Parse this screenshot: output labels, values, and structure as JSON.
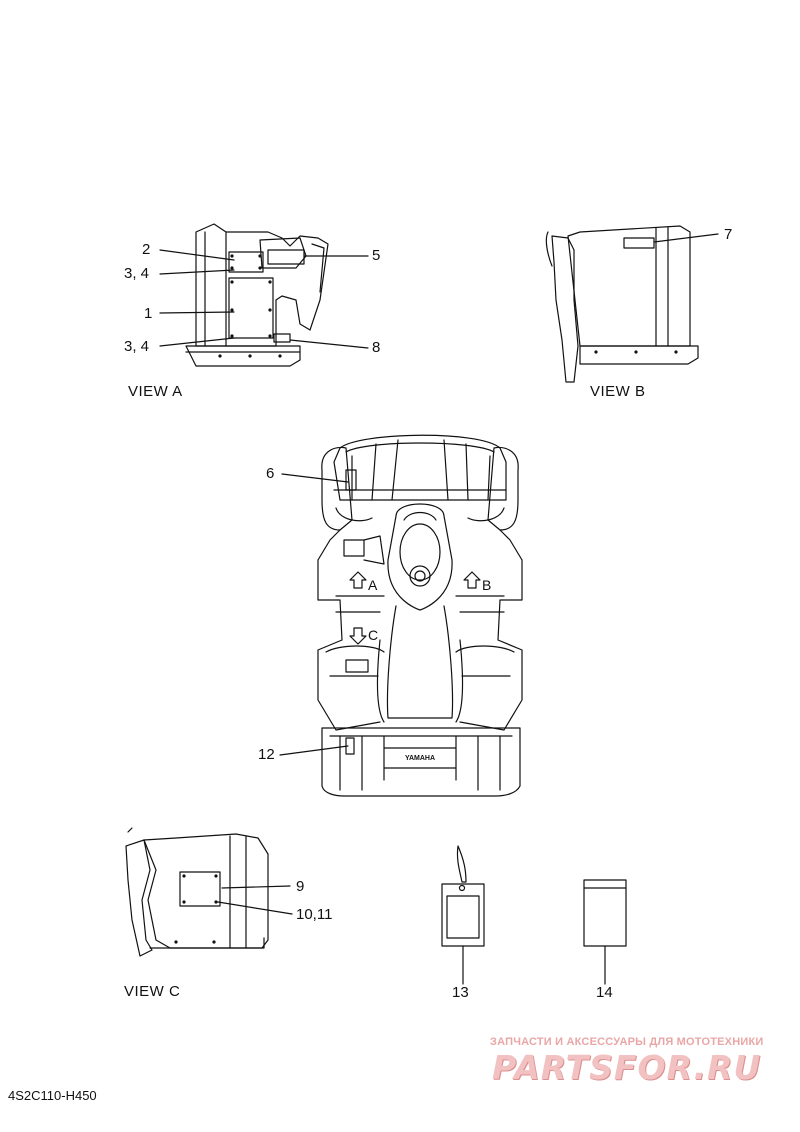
{
  "diagram": {
    "callouts": {
      "c2": "2",
      "c34a": "3, 4",
      "c1": "1",
      "c34b": "3, 4",
      "c5": "5",
      "c8": "8",
      "c7": "7",
      "c6": "6",
      "c12": "12",
      "c9": "9",
      "c1011": "10,11",
      "c13": "13",
      "c14": "14"
    },
    "view_labels": {
      "a": "VIEW A",
      "b": "VIEW B",
      "c": "VIEW C"
    },
    "arrow_labels": {
      "a": "A",
      "b": "B",
      "c": "C"
    },
    "brand_text": "YAMAHA",
    "drawing_code": "4S2C110-H450"
  },
  "watermark": {
    "tagline": "ЗАПЧАСТИ И АКСЕССУАРЫ ДЛЯ МОТОТЕХНИКИ",
    "logo": "PARTSFOR.RU"
  }
}
